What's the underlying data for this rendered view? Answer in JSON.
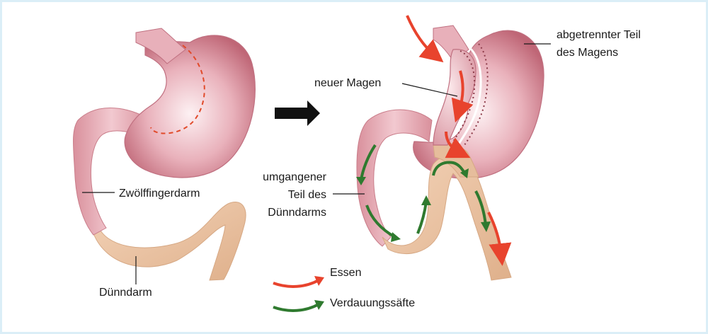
{
  "labels": {
    "duodenum": "Zwölffingerdarm",
    "small_intestine": "Dünndarm",
    "new_stomach": "neuer Magen",
    "separated_line1": "abgetrennter Teil",
    "separated_line2": "des Magens",
    "bypassed_line1": "umgangener",
    "bypassed_line2": "Teil des",
    "bypassed_line3": "Dünndarms"
  },
  "legend": {
    "food": "Essen",
    "digestive_juices": "Verdauungssäfte"
  },
  "colors": {
    "stomach_light": "#f6d6dc",
    "stomach_mid": "#e2a3af",
    "stomach_dark": "#b8606f",
    "intestine": "#ecc8aa",
    "intestine_dark": "#c8956f",
    "food_arrow": "#e8432d",
    "juice_arrow": "#2f7a2f",
    "frame": "#dbeef7"
  }
}
